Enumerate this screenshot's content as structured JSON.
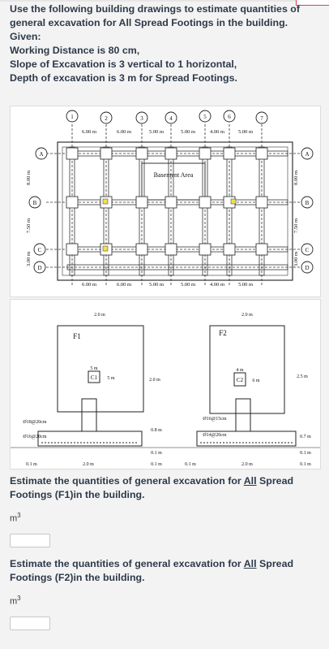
{
  "question": {
    "line1": "Use the following building drawings to estimate quantities of",
    "line2": "general excavation for All Spread Footings in the building.",
    "given": "Given:",
    "working": "Working Distance is 80 cm,",
    "slope": "Slope of Excavation is 3 vertical to 1 horizontal,",
    "depth": "Depth of excavation is 3 m for Spread Footings."
  },
  "plan": {
    "grid_numbers": [
      "1",
      "2",
      "3",
      "4",
      "5",
      "6",
      "7"
    ],
    "grid_letters": [
      "A",
      "B",
      "C",
      "D"
    ],
    "top_dims": [
      "6.00 m",
      "6.00 m",
      "5.00 m",
      "5.00 m",
      "4.00 m",
      "5.00 m"
    ],
    "bottom_dims": [
      "6.00 m",
      "6.00 m",
      "5.00 m",
      "5.00 m",
      "4.00 m",
      "5.00 m"
    ],
    "side_dims": [
      "8.00 m",
      "7.50 m",
      "3.00 m"
    ],
    "basement_label": "Basement Area"
  },
  "details": {
    "f1": {
      "name": "F1",
      "col": "C1",
      "w": "2.0 m",
      "col_w": "5 m",
      "col_h": "5 m",
      "d": "2.0 m",
      "rebar_top": "Ø18@20cm",
      "rebar_bot": "Ø16@20cm",
      "base": "0.8 m",
      "cover": "0.1 m",
      "foot_w": "2.0 m",
      "edge": "0.1 m"
    },
    "f2": {
      "name": "F2",
      "col": "C2",
      "w": "2.0 m",
      "col_w": "4 m",
      "col_h": "6 m",
      "d": "2.5 m",
      "rebar_top": "Ø16@15cm",
      "rebar_bot": "Ø14@20cm",
      "base": "0.7 m",
      "cover": "0.1 m",
      "foot_w": "2.0 m",
      "edge": "0.1 m"
    }
  },
  "q1": {
    "text_a": "Estimate the quantities of general excavation for ",
    "text_u": "All",
    "text_b": " Spread Footings (F1)in the building.",
    "unit": "m",
    "sup": "3"
  },
  "q2": {
    "text_a": "Estimate the quantities of general excavation for ",
    "text_u": "All",
    "text_b": " Spread Footings (F2)in the building.",
    "unit": "m",
    "sup": "3"
  }
}
